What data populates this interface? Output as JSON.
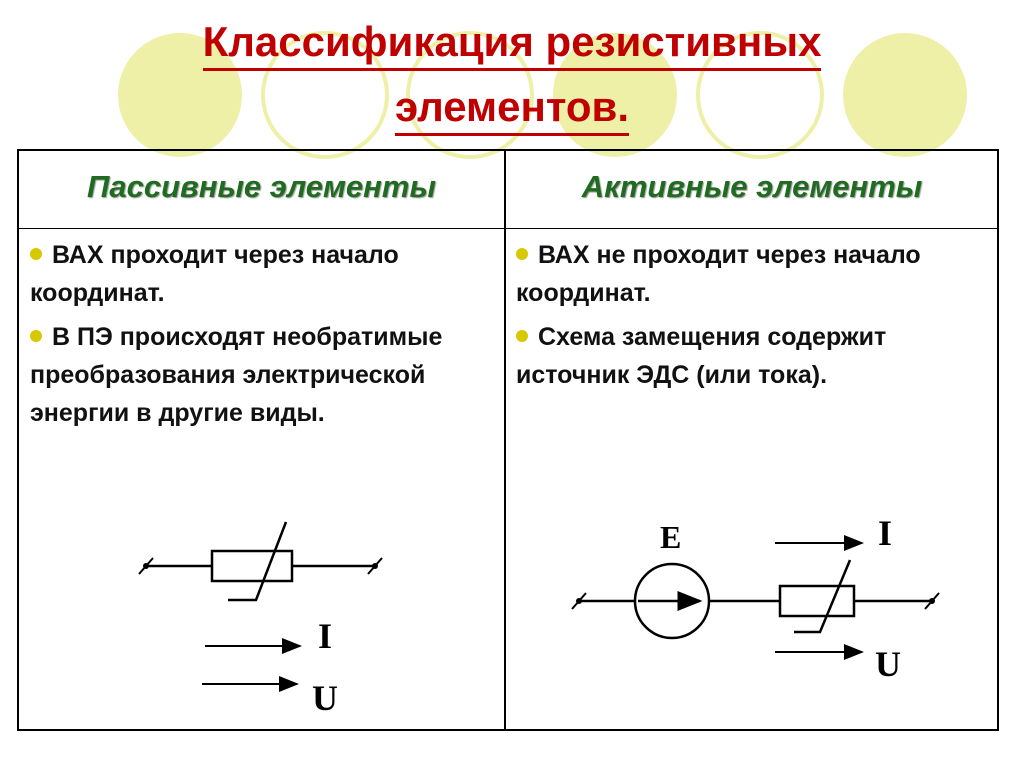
{
  "slide": {
    "title_line1": "Классификация резистивных",
    "title_line2": "элементов."
  },
  "table": {
    "col_left_header": "Пассивные элементы",
    "col_right_header": "Активные элементы",
    "left_items": [
      "ВАХ проходит через начало координат.",
      "В ПЭ происходят необратимые преобразования электрической энергии в другие виды."
    ],
    "right_items": [
      "ВАХ не проходит через начало координат.",
      "Схема замещения содержит источник ЭДС (или тока)."
    ]
  },
  "diagram_labels": {
    "left_current": "I",
    "left_voltage": "U",
    "right_emf": "E",
    "right_current": "I",
    "right_voltage": "U"
  },
  "colors": {
    "title": "#c00000",
    "header_text": "#1f6b1f",
    "bullet": "#d8c800",
    "deco_circle": "#eef0a8"
  }
}
